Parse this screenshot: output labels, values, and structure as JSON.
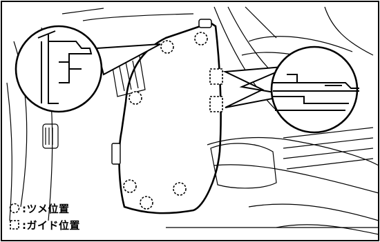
{
  "legend": {
    "claw_label": ":ツメ位置",
    "guide_label": ":ガイド位置"
  },
  "symbols": {
    "claw_marker": "dashed-circle",
    "guide_marker": "dashed-square"
  },
  "colors": {
    "line": "#000000",
    "background": "#ffffff"
  }
}
